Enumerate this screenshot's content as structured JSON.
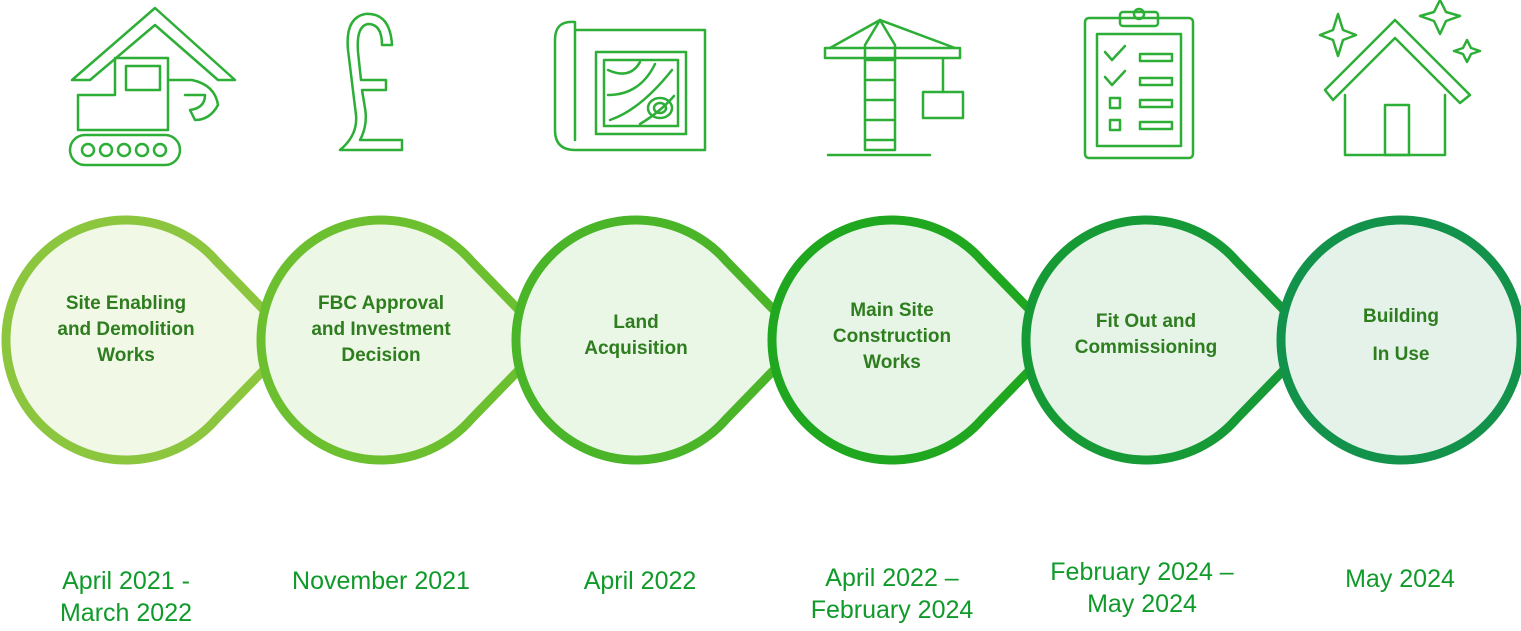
{
  "stages": [
    {
      "icon": "excavator-icon",
      "label": [
        "Site Enabling",
        "and Demolition",
        "Works"
      ],
      "date": [
        "April 2021 -",
        "March 2022"
      ],
      "ring_color": "#8cc63f",
      "fill_color": "#f1f8e6"
    },
    {
      "icon": "pound-sign-icon",
      "label": [
        "FBC Approval",
        "and Investment",
        "Decision"
      ],
      "date": [
        "November 2021"
      ],
      "ring_color": "#6cc02f",
      "fill_color": "#edf7e5"
    },
    {
      "icon": "blueprint-map-icon",
      "label": [
        "Land",
        "Acquisition"
      ],
      "date": [
        "April 2022"
      ],
      "ring_color": "#4bb529",
      "fill_color": "#eaf6e6"
    },
    {
      "icon": "crane-icon",
      "label": [
        "Main Site",
        "Construction",
        "Works"
      ],
      "date": [
        "April 2022 –",
        "February 2024"
      ],
      "ring_color": "#1fa81f",
      "fill_color": "#e7f5e6"
    },
    {
      "icon": "checklist-clipboard-icon",
      "label": [
        "Fit Out and",
        "Commissioning"
      ],
      "date": [
        "February 2024 –",
        "May 2024"
      ],
      "ring_color": "#169a35",
      "fill_color": "#e6f4e8"
    },
    {
      "icon": "sparkling-house-icon",
      "label": [
        "Building",
        "In Use"
      ],
      "date": [
        "May 2024"
      ],
      "ring_color": "#12924a",
      "fill_color": "#e4f2ea"
    }
  ],
  "colors": {
    "icon_stroke": "#2cae37",
    "label_text": "#2e7d1f",
    "date_text": "#0f9a2a"
  }
}
